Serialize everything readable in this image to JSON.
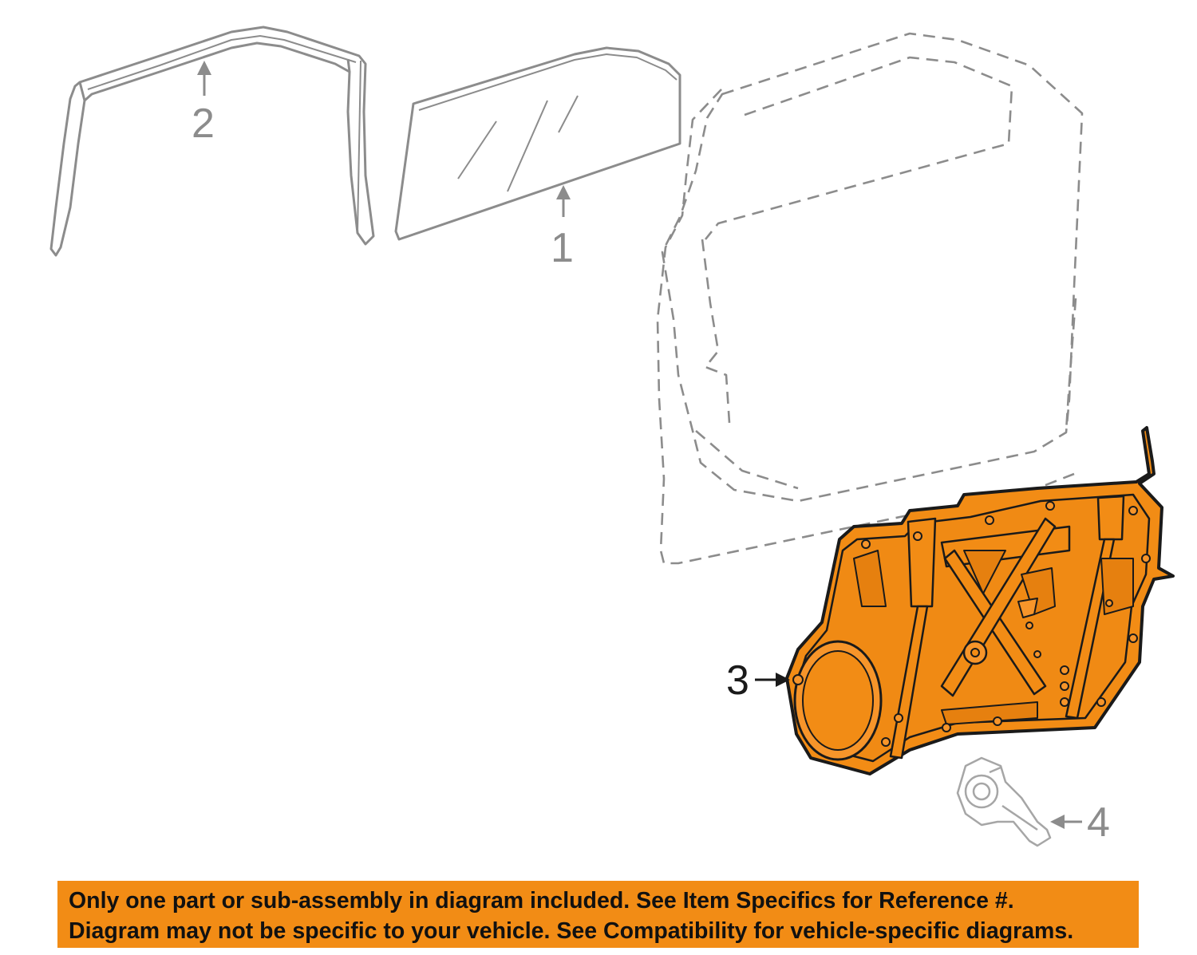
{
  "callouts": {
    "glass": "1",
    "weatherstrip": "2",
    "regulator_panel": "3",
    "motor": "4"
  },
  "notice": {
    "line1": "Only one part or sub-assembly in diagram included. See Item Specifics for Reference #.",
    "line2": "Diagram may not be specific to your vehicle. See Compatibility for vehicle-specific diagrams."
  },
  "colors": {
    "highlight": "#f28c15",
    "line_gray": "#8c8c8c",
    "outline_dark": "#1a1a1a"
  }
}
